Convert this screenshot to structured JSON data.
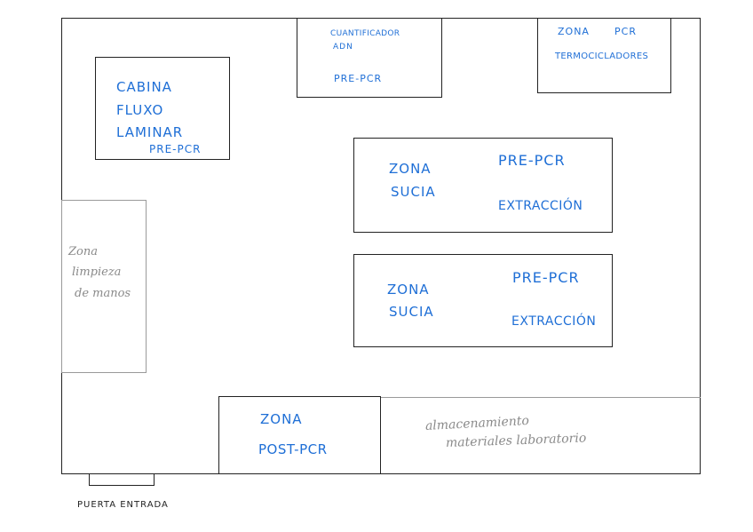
{
  "cabina": {
    "line1": "CABINA",
    "line2": "FLUXO",
    "line3": "LAMINAR",
    "tag": "PRE-PCR"
  },
  "cuantificador": {
    "line1": "CUANTIFICADOR",
    "line2": "ADN",
    "tag": "PRE-PCR"
  },
  "zona_pcr": {
    "line1_a": "ZONA",
    "line1_b": "PCR",
    "line2": "TERMOCICLADORES"
  },
  "zona_sucia_1": {
    "line1": "ZONA",
    "line2": "SUCIA",
    "tag": "PRE-PCR",
    "sub": "EXTRACCIÓN"
  },
  "zona_sucia_2": {
    "line1": "ZONA",
    "line2": "SUCIA",
    "tag": "PRE-PCR",
    "sub": "EXTRACCIÓN"
  },
  "limpieza": {
    "line1": "Zona",
    "line2": "limpieza",
    "line3": "de manos"
  },
  "post_pcr": {
    "line1": "ZONA",
    "line2": "POST-PCR"
  },
  "almacen": {
    "line1": "almacenamiento",
    "line2": "materiales laboratorio"
  },
  "puerta": {
    "label": "PUERTA ENTRADA"
  }
}
